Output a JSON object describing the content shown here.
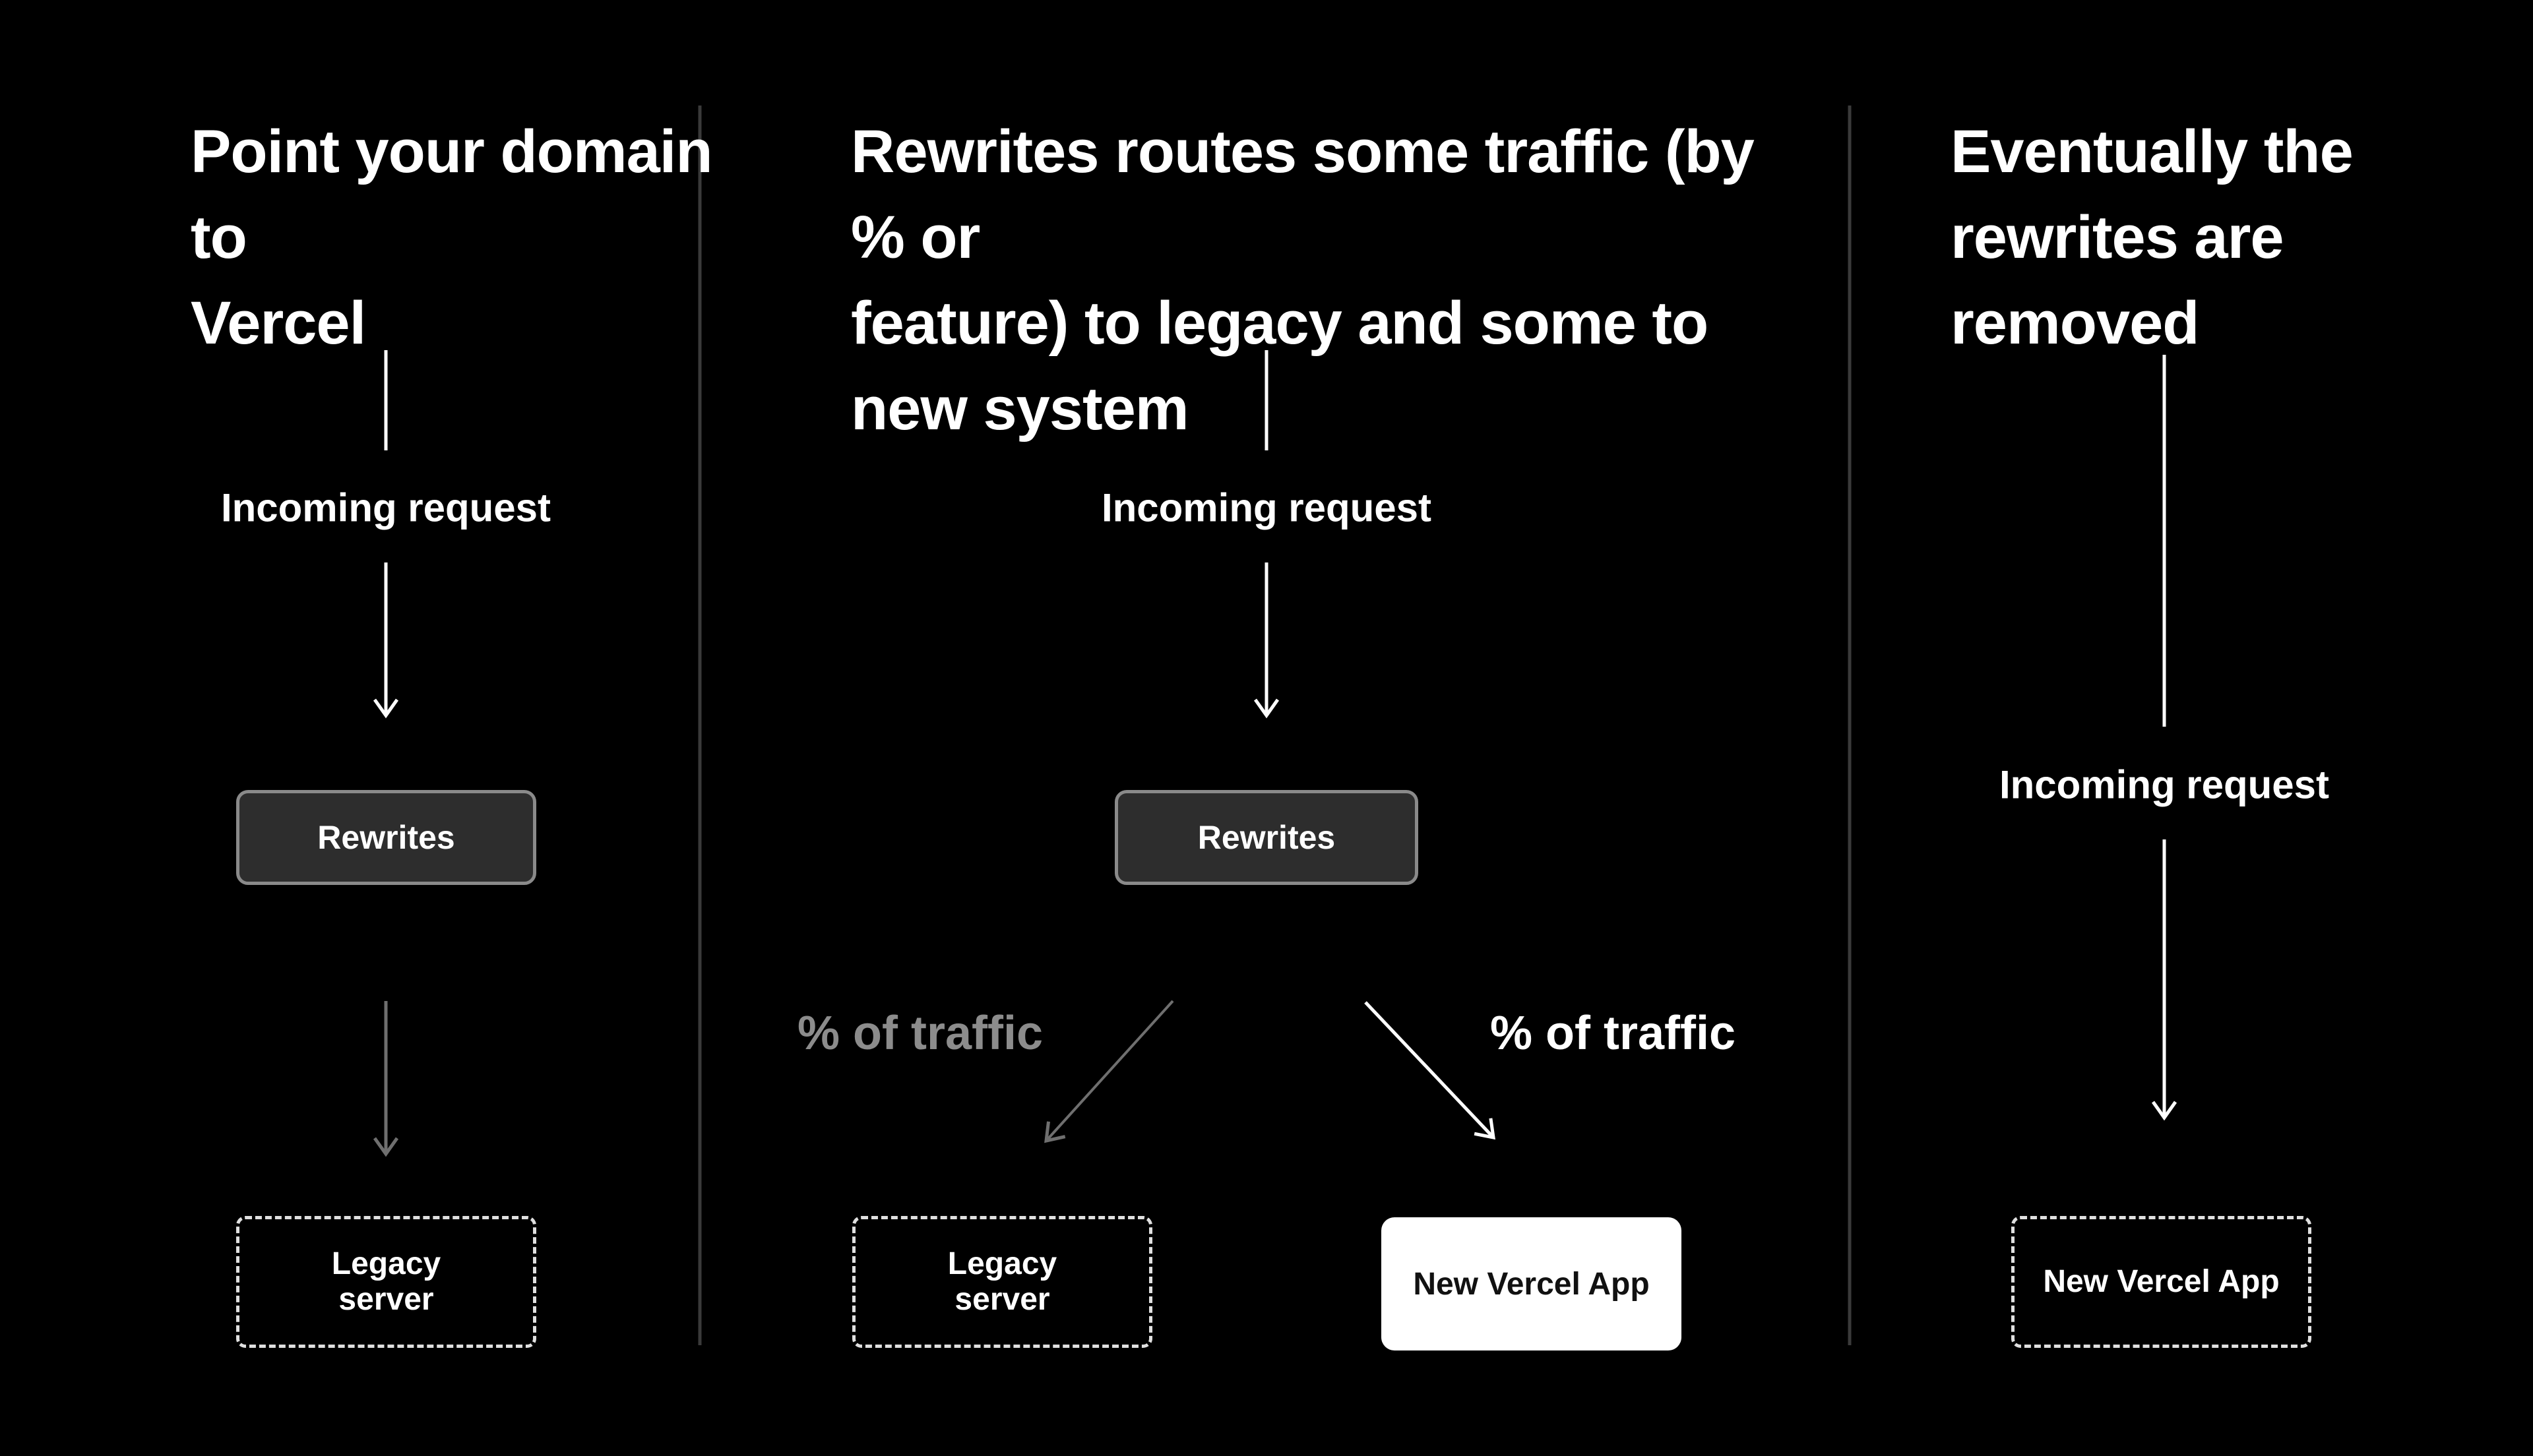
{
  "colors": {
    "background": "#000000",
    "foreground": "#ffffff",
    "muted_label_gray": "#8c8c8c",
    "arrow_gray": "#6f6f6f",
    "divider_gray": "#3a3a3a",
    "rewrites_box_fill": "#2d2d2d",
    "rewrites_box_border": "#8a8a8a",
    "dashed_box_border": "#e0e0e0",
    "new_app_box_fill": "#ffffff",
    "new_app_box_text": "#111111"
  },
  "panels": [
    {
      "title": "Point your domain to\nVercel",
      "incoming_label": "Incoming request",
      "rewrites_box_label": "Rewrites",
      "legacy_box_label": "Legacy\nserver"
    },
    {
      "title": "Rewrites routes some traffic (by % or\nfeature) to legacy and some to new system",
      "incoming_label": "Incoming request",
      "rewrites_box_label": "Rewrites",
      "traffic_left_label": "% of traffic",
      "traffic_right_label": "% of traffic",
      "legacy_box_label": "Legacy\nserver",
      "new_app_box_label": "New Vercel App"
    },
    {
      "title": "Eventually the\nrewrites are removed",
      "incoming_label": "Incoming request",
      "new_app_box_label": "New Vercel App"
    }
  ]
}
